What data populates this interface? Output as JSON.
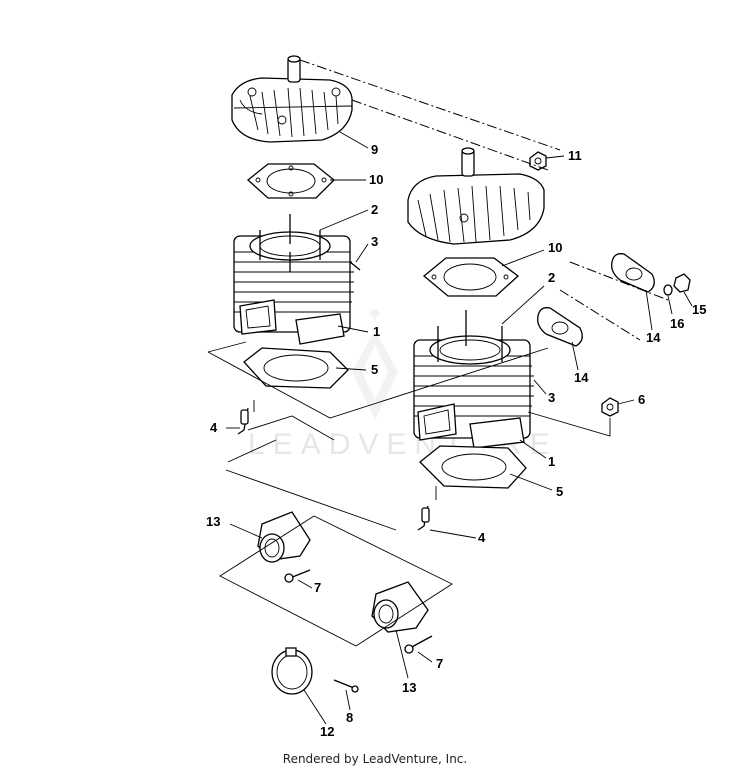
{
  "diagram": {
    "watermark": "LEADVENTURE",
    "callouts": [
      {
        "id": "c9",
        "label": "9"
      },
      {
        "id": "c10a",
        "label": "10"
      },
      {
        "id": "c2a",
        "label": "2"
      },
      {
        "id": "c3a",
        "label": "3"
      },
      {
        "id": "c1a",
        "label": "1"
      },
      {
        "id": "c5a",
        "label": "5"
      },
      {
        "id": "c4a",
        "label": "4"
      },
      {
        "id": "c11",
        "label": "11"
      },
      {
        "id": "c10b",
        "label": "10"
      },
      {
        "id": "c2b",
        "label": "2"
      },
      {
        "id": "c14a",
        "label": "14"
      },
      {
        "id": "c14b",
        "label": "14"
      },
      {
        "id": "c16",
        "label": "16"
      },
      {
        "id": "c15",
        "label": "15"
      },
      {
        "id": "c3b",
        "label": "3"
      },
      {
        "id": "c6",
        "label": "6"
      },
      {
        "id": "c1b",
        "label": "1"
      },
      {
        "id": "c5b",
        "label": "5"
      },
      {
        "id": "c4b",
        "label": "4"
      },
      {
        "id": "c13a",
        "label": "13"
      },
      {
        "id": "c7a",
        "label": "7"
      },
      {
        "id": "c7b",
        "label": "7"
      },
      {
        "id": "c13b",
        "label": "13"
      },
      {
        "id": "c8",
        "label": "8"
      },
      {
        "id": "c12",
        "label": "12"
      }
    ]
  },
  "footer": {
    "text": "Rendered by LeadVenture, Inc."
  }
}
